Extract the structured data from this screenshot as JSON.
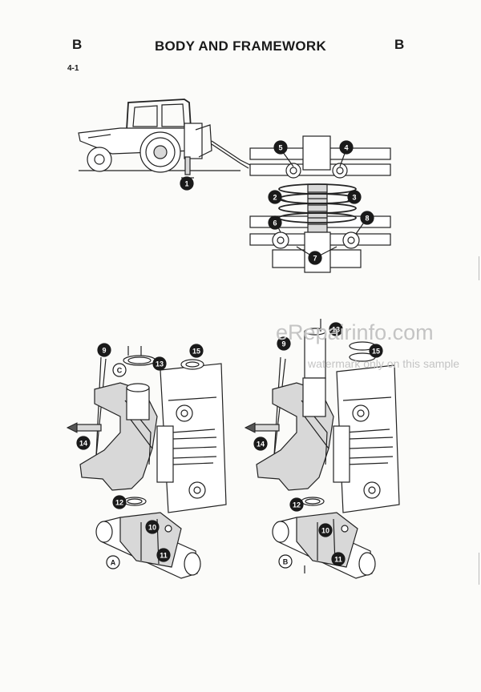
{
  "header": {
    "left_letter": "B",
    "title": "BODY AND FRAMEWORK",
    "right_letter": "B"
  },
  "section_number": "4-1",
  "watermark": {
    "site": "eRepairinfo.com",
    "notice": "watermark only on this sample"
  },
  "callouts": {
    "filled": [
      "1",
      "2",
      "3",
      "4",
      "5",
      "6",
      "7",
      "8",
      "9",
      "10",
      "11",
      "12",
      "13",
      "14",
      "15"
    ],
    "outlined": [
      "A",
      "B",
      "C"
    ]
  },
  "colors": {
    "ink": "#1a1a1a",
    "watermark": "#c4c4c4",
    "paper": "#fbfbf9"
  }
}
